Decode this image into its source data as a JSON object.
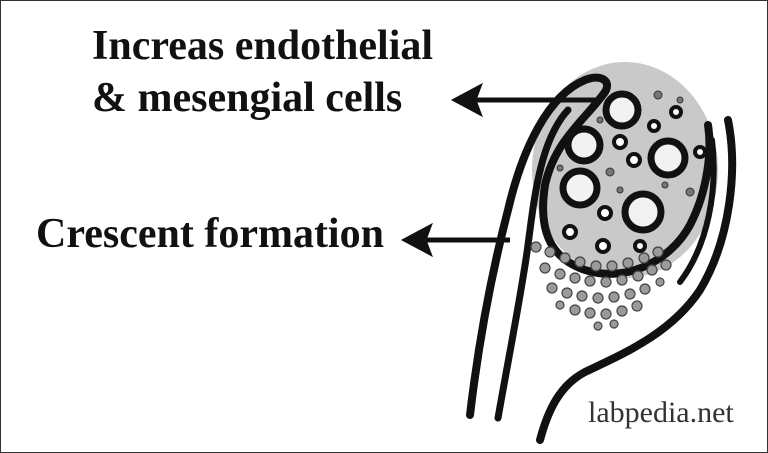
{
  "labels": {
    "endothelial_line1": "Increas endothelial",
    "endothelial_line2": "& mesengial cells",
    "crescent": "Crescent formation"
  },
  "watermark": "labpedia.net",
  "colors": {
    "stroke": "#111111",
    "tuft_fill": "#c9c9c9",
    "crescent_cell": "#9a9a9a",
    "background": "#ffffff"
  }
}
